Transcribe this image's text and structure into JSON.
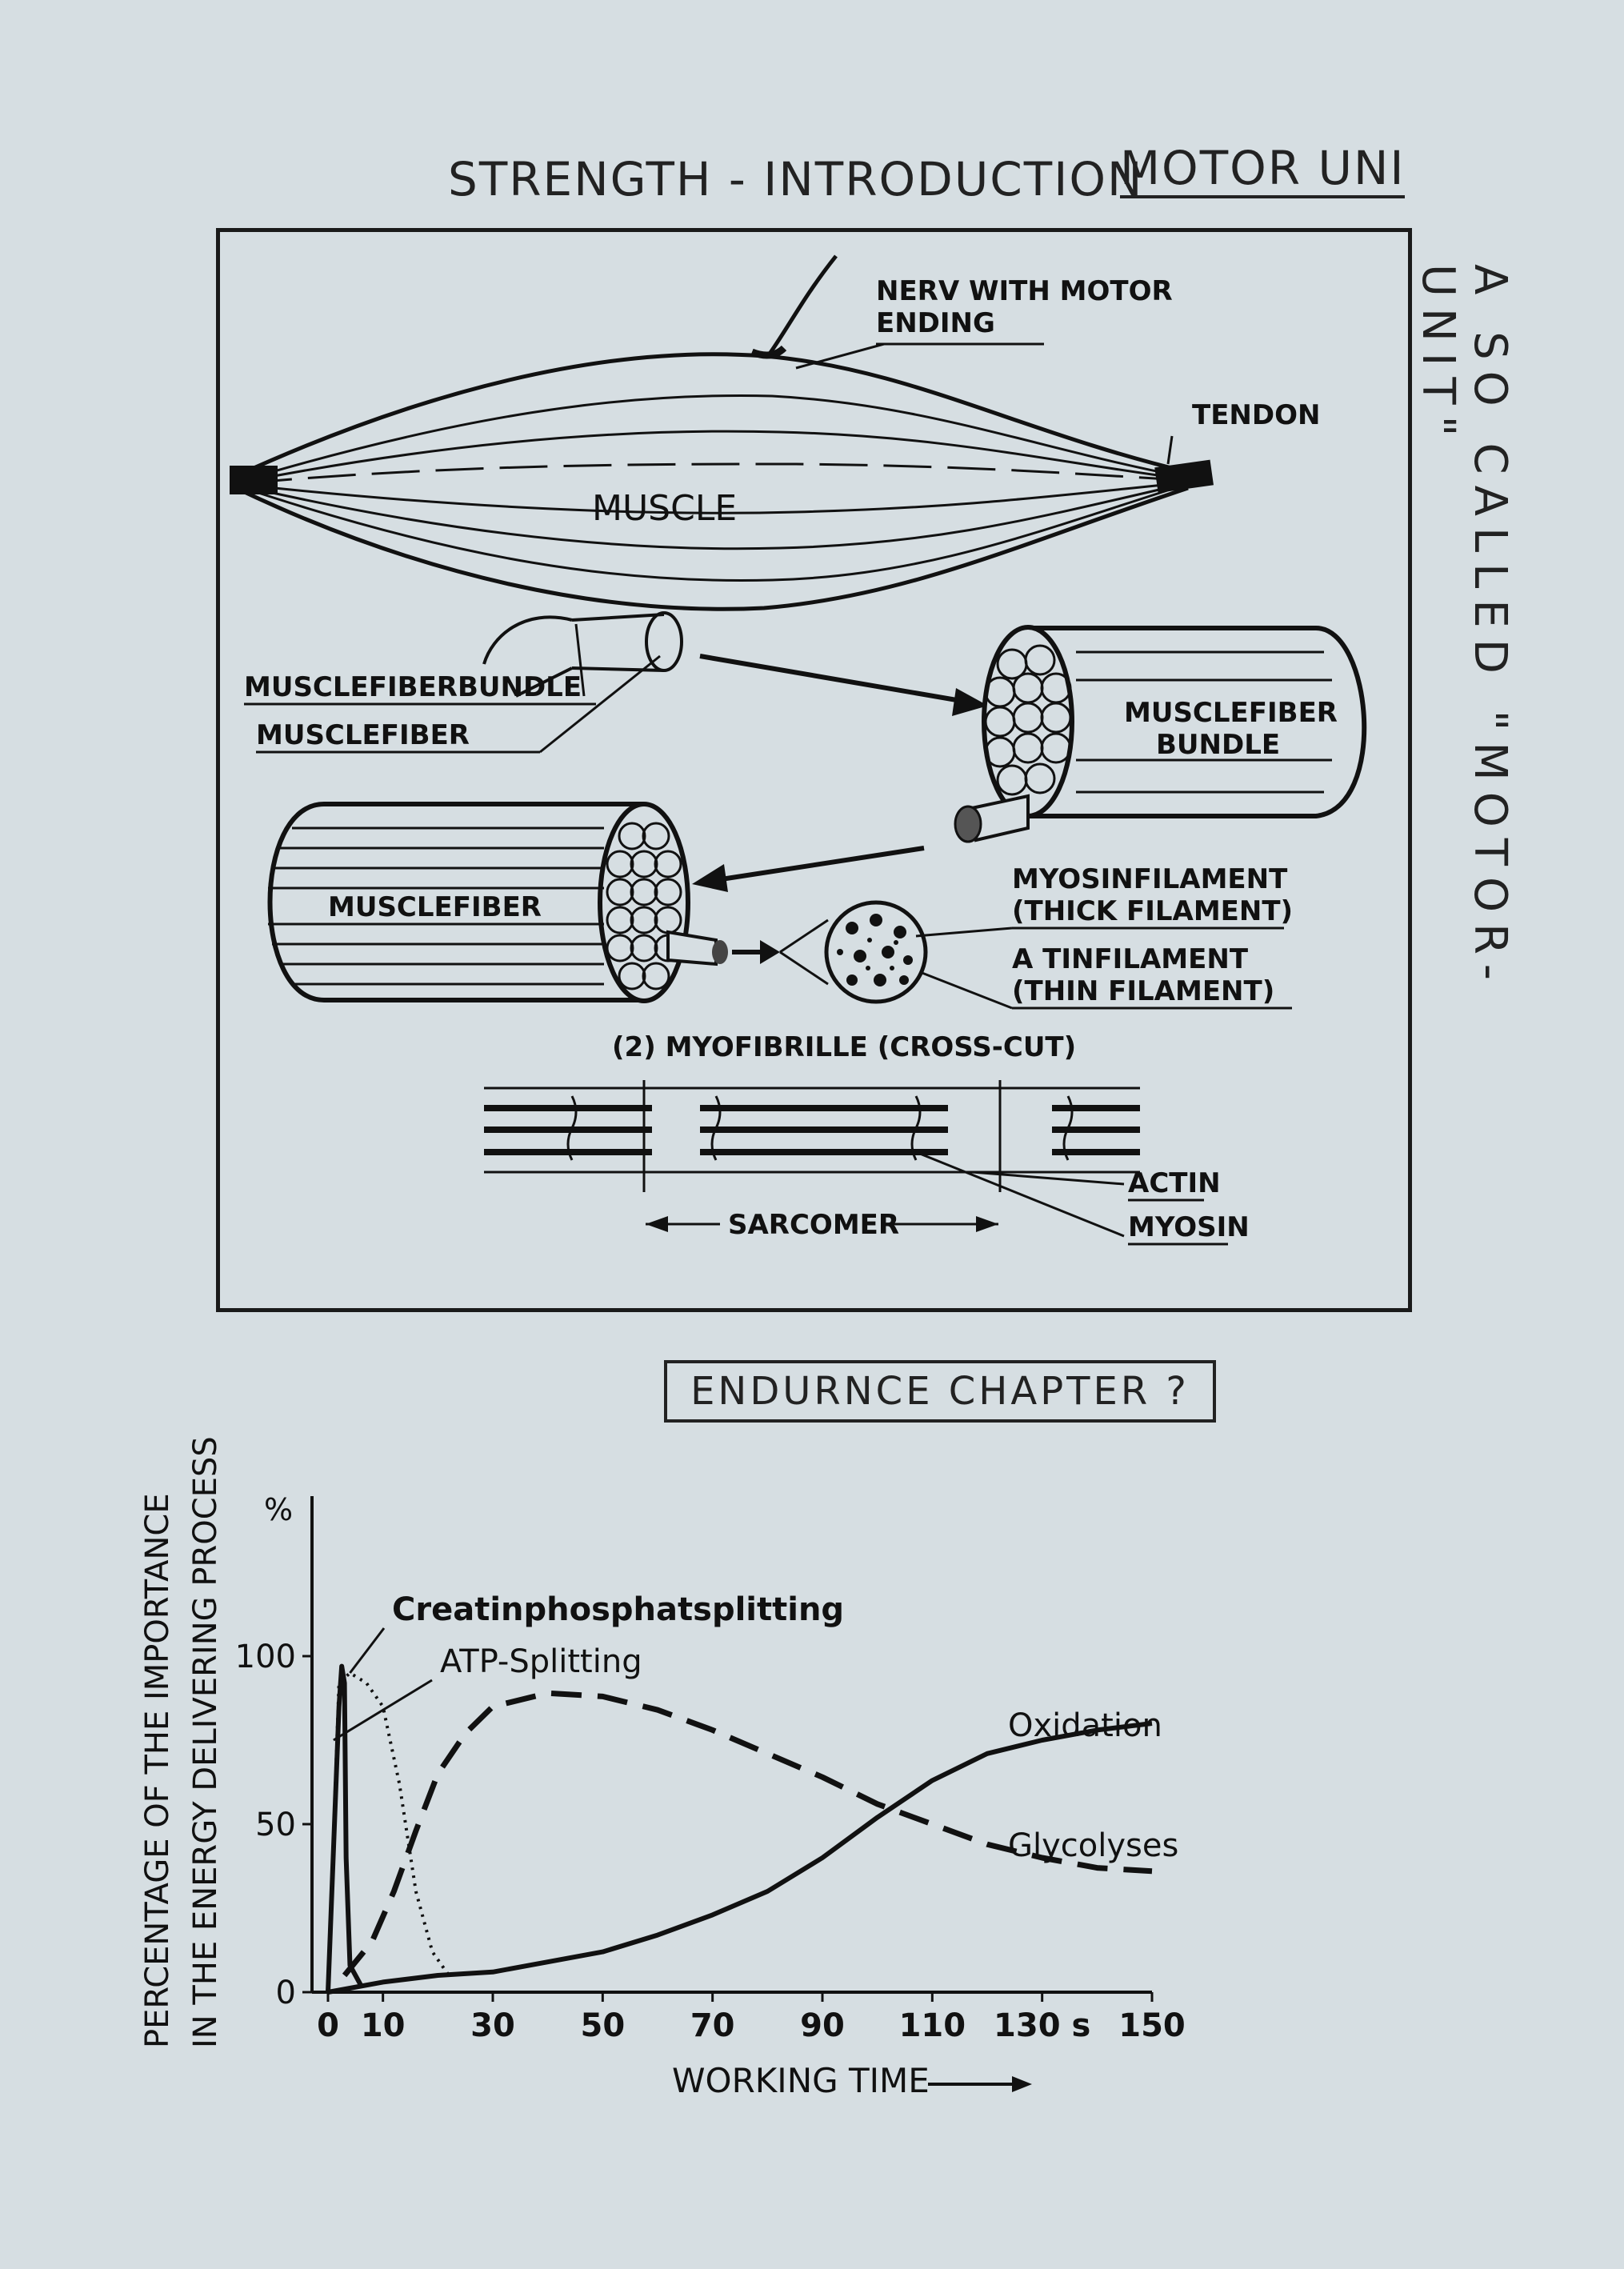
{
  "header": {
    "title": "STRENGTH - INTRODUCTION",
    "motor": "MOTOR UNI"
  },
  "side_note": "A SO CALLED \"MOTOR-UNIT\"",
  "diagram": {
    "labels": {
      "nerve_line1": "NERV WITH MOTOR",
      "nerve_line2": "ENDING",
      "tendon": "TENDON",
      "muscle": "MUSCLE",
      "fiber_bundle_left": "MUSCLEFIBERBUNDLE",
      "muscle_fiber_left": "MUSCLEFIBER",
      "bundle_line1": "MUSCLEFIBER",
      "bundle_line2": "BUNDLE",
      "musclefiber_mid": "MUSCLEFIBER",
      "myosin_line1": "MYOSINFILAMENT",
      "myosin_line2": "(THICK FILAMENT)",
      "actin_line1": "A TINFILAMENT",
      "actin_line2": "(THIN FILAMENT)",
      "myofibrille": "(2) MYOFIBRILLE (CROSS-CUT)",
      "actin": "ACTIN",
      "myosin": "MYOSIN",
      "sarcomer": "SARCOMER"
    }
  },
  "chapter_note": "ENDURNCE CHAPTER ?",
  "chart_data": {
    "type": "line",
    "title": "",
    "xlabel": "WORKING TIME",
    "ylabel_line1": "PERCENTAGE OF THE IMPORTANCE",
    "ylabel_line2": "IN THE ENERGY DELIVERING PROCESS",
    "y_unit": "%",
    "xlim": [
      0,
      150
    ],
    "ylim": [
      0,
      100
    ],
    "x_ticks": [
      {
        "value": 0,
        "label": "0"
      },
      {
        "value": 10,
        "label": "10"
      },
      {
        "value": 30,
        "label": "30"
      },
      {
        "value": 50,
        "label": "50"
      },
      {
        "value": 70,
        "label": "70"
      },
      {
        "value": 90,
        "label": "90"
      },
      {
        "value": 110,
        "label": "110"
      },
      {
        "value": 130,
        "label": "130 s"
      },
      {
        "value": 150,
        "label": "150"
      }
    ],
    "y_ticks": [
      {
        "value": 0,
        "label": "0"
      },
      {
        "value": 50,
        "label": "50"
      },
      {
        "value": 100,
        "label": "100"
      }
    ],
    "series": [
      {
        "name": "ATP-Splitting",
        "style": "solid-spike",
        "x": [
          0,
          2,
          2.5,
          3,
          3.3,
          4,
          6
        ],
        "y": [
          0,
          85,
          97,
          92,
          40,
          8,
          2
        ]
      },
      {
        "name": "Creatinphosphatsplitting",
        "style": "dotted",
        "x": [
          0,
          2,
          4,
          7,
          10,
          13,
          16,
          19,
          22
        ],
        "y": [
          0,
          92,
          95,
          92,
          85,
          62,
          30,
          12,
          5
        ]
      },
      {
        "name": "Glycolyses",
        "style": "dashed",
        "x": [
          3,
          8,
          12,
          16,
          20,
          25,
          30,
          40,
          50,
          60,
          70,
          80,
          90,
          100,
          110,
          120,
          130,
          140,
          150
        ],
        "y": [
          5,
          15,
          30,
          48,
          65,
          77,
          85,
          89,
          88,
          84,
          78,
          71,
          64,
          56,
          50,
          44,
          40,
          37,
          36
        ]
      },
      {
        "name": "Oxidation",
        "style": "solid",
        "x": [
          0,
          10,
          20,
          30,
          40,
          50,
          60,
          70,
          80,
          90,
          100,
          110,
          120,
          130,
          140,
          150
        ],
        "y": [
          0,
          3,
          5,
          6,
          9,
          12,
          17,
          23,
          30,
          40,
          52,
          63,
          71,
          75,
          78,
          80
        ]
      }
    ]
  }
}
